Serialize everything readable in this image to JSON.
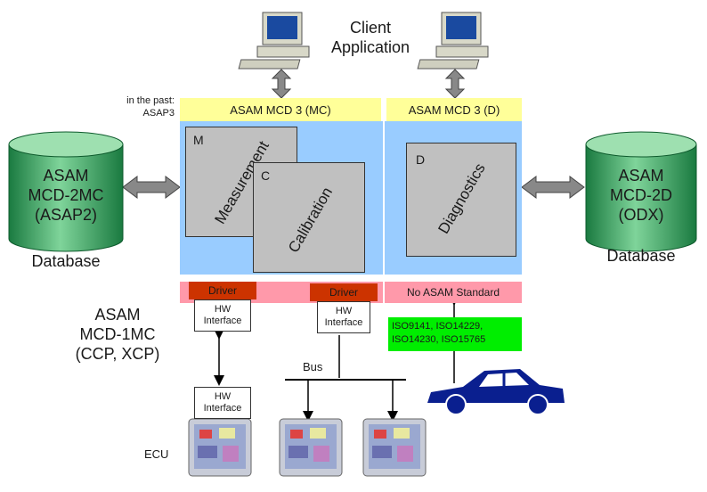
{
  "client": {
    "line1": "Client",
    "line2": "Application"
  },
  "past_note": {
    "line1": "in the past:",
    "line2": "ASAP3"
  },
  "bands": {
    "mc": "ASAM MCD 3 (MC)",
    "d": "ASAM MCD 3 (D)"
  },
  "boxes": {
    "m_letter": "M",
    "measurement": "Measurement",
    "c_letter": "C",
    "calibration": "Calibration",
    "d_letter": "D",
    "diagnostics": "Diagnostics"
  },
  "left_db": {
    "line1": "ASAM",
    "line2": "MCD-2MC",
    "line3": "(ASAP2)",
    "caption": "Database"
  },
  "right_db": {
    "line1": "ASAM",
    "line2": "MCD-2D",
    "line3": "(ODX)",
    "caption": "Database"
  },
  "driver_label": "Driver",
  "no_standard": "No ASAM Standard",
  "hw": {
    "line1": "HW",
    "line2": "Interface"
  },
  "mcd1": {
    "line1": "ASAM",
    "line2": "MCD-1MC",
    "line3": "(CCP, XCP)"
  },
  "iso": {
    "line1": "ISO9141,  ISO14229,",
    "line2": "ISO14230, ISO15765"
  },
  "bus_label": "Bus",
  "ecu_label": "ECU",
  "colors": {
    "yellow_band": "#ffff99",
    "blue_area": "#99ccff",
    "pink_band": "#ff99aa",
    "driver": "#cc3300",
    "box_gray": "#c0c0c0",
    "db_green": "#1f8a4c",
    "iso_green": "#00ee00",
    "car_blue": "#0a1f8f"
  },
  "icons": [
    "computer-icon",
    "database-cylinder-icon",
    "car-icon",
    "ecu-board-icon",
    "double-arrow-icon"
  ]
}
